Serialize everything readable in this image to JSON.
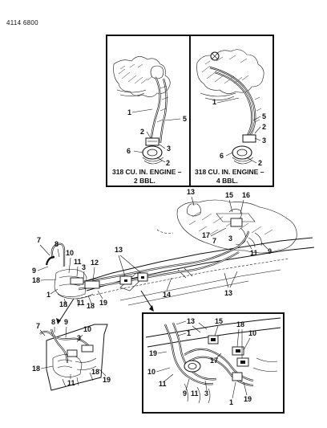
{
  "page_code": "4114  6800",
  "panels": {
    "left_caption_line1": "318 CU. IN. ENGINE –",
    "left_caption_line2": "2 BBL.",
    "right_caption_line1": "318 CU. IN. ENGINE –",
    "right_caption_line2": "4 BBL."
  },
  "callouts": {
    "c1": "1",
    "c2": "2",
    "c3": "3",
    "c5": "5",
    "c6": "6",
    "c7": "7",
    "c8": "8",
    "c9": "9",
    "c10": "10",
    "c11": "11",
    "c12": "12",
    "c13": "13",
    "c14": "14",
    "c15": "15",
    "c16": "16",
    "c17": "17",
    "c18": "18",
    "c19": "19"
  }
}
